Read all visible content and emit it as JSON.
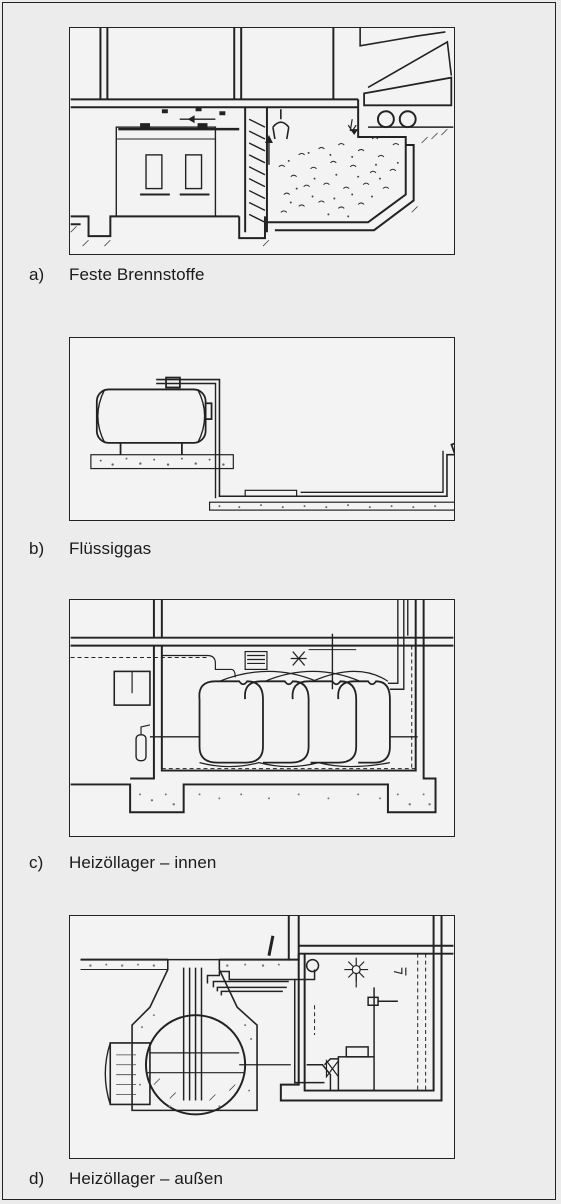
{
  "figures": [
    {
      "letter": "a)",
      "caption": "Feste Brennstoffe"
    },
    {
      "letter": "b)",
      "caption": "Flüssiggas"
    },
    {
      "letter": "c)",
      "caption": "Heizöllager – innen"
    },
    {
      "letter": "d)",
      "caption": "Heizöllager – außen"
    }
  ]
}
